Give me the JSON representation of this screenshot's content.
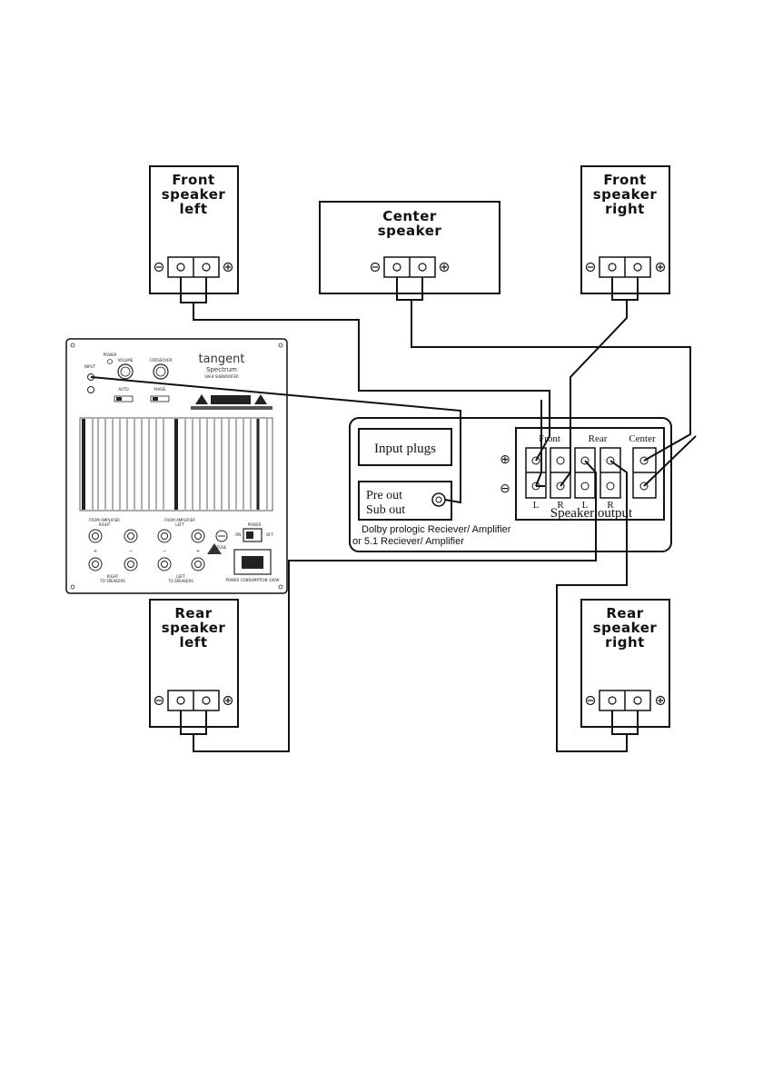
{
  "speakers": {
    "front_left": {
      "line1": "Front",
      "line2": "speaker",
      "line3": "left"
    },
    "center": {
      "line1": "Center",
      "line2": "speaker"
    },
    "front_right": {
      "line1": "Front",
      "line2": "speaker",
      "line3": "right"
    },
    "rear_left": {
      "line1": "Rear",
      "line2": "speaker",
      "line3": "left"
    },
    "rear_right": {
      "line1": "Rear",
      "line2": "speaker",
      "line3": "right"
    }
  },
  "receiver": {
    "input_plugs": "Input plugs",
    "pre_out": "Pre out",
    "sub_out": "Sub out",
    "caption_line1": "Dolby prologic Reciever/ Amplifier",
    "caption_line2": "or 5.1 Reciever/ Amplifier",
    "output_title": "Speaker output",
    "col_front": "Front",
    "col_rear": "Rear",
    "col_center": "Center",
    "lbl_l": "L",
    "lbl_r": "R",
    "lbl_l2": "L",
    "lbl_r2": "R",
    "plus": "⊕",
    "minus": "⊖"
  },
  "subwoofer": {
    "brand": "tangent",
    "series": "Spectrum",
    "model": "SW-8 SUBWOOFER",
    "volume": "VOLUME",
    "crossover": "CROSSOVER",
    "power_led": "POWER",
    "input": "INPUT",
    "auto": "AUTO",
    "phase": "PHASE",
    "from_amp_right": "FROM AMPLIFIER",
    "from_amp_right_sub": "RIGHT",
    "from_amp_left": "FROM AMPLIFIER",
    "from_amp_left_sub": "LEFT",
    "to_spk_right": "RIGHT",
    "to_spk_right_sub": "TO SPEAKERS",
    "to_spk_left": "LEFT",
    "to_spk_left_sub": "TO SPEAKERS",
    "fuse": "FUSE",
    "power": "POWER",
    "on": "ON",
    "off": "OFF",
    "consumption": "POWER CONSUMPTION 100W"
  }
}
